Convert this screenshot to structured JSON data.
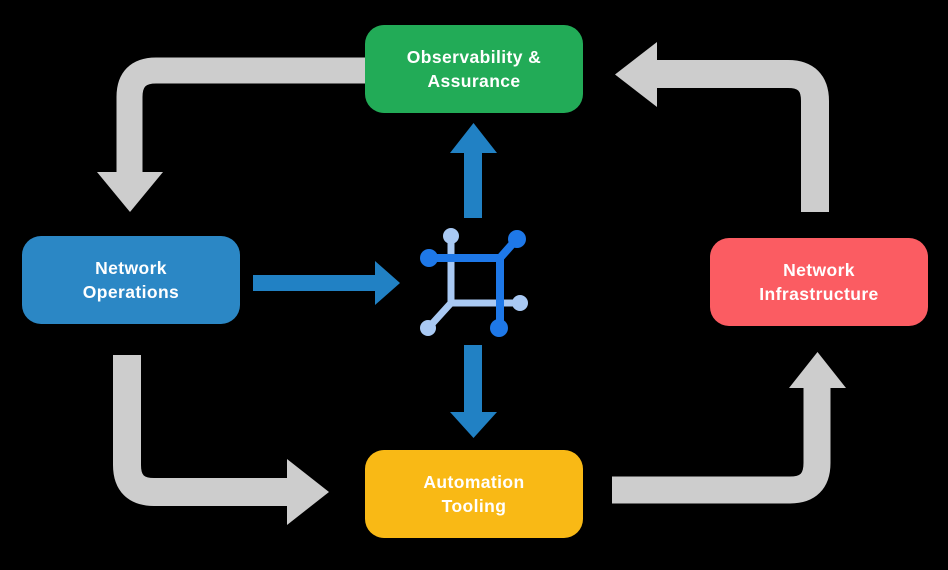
{
  "diagram": {
    "title": "Network lifecycle diagram",
    "background": "#000000",
    "text_color": "#FFFFFF",
    "nodes": [
      {
        "id": "observability-assurance",
        "label": "Observability & Assurance",
        "line1": "Observability &",
        "line2": "Assurance",
        "color": "#22AB57"
      },
      {
        "id": "network-operations",
        "label": "Network Operations",
        "line1": "Network",
        "line2": "Operations",
        "color": "#2B87C5"
      },
      {
        "id": "network-infrastructure",
        "label": "Network Infrastructure",
        "line1": "Network",
        "line2": "Infrastructure",
        "color": "#FB5C62"
      },
      {
        "id": "automation-tooling",
        "label": "Automation Tooling",
        "line1": "Automation",
        "line2": "Tooling",
        "color": "#F9B915"
      }
    ],
    "arrows": {
      "gray_color": "#CDCDCD",
      "blue_color": "#2181C4",
      "outer_cycle": [
        {
          "from": "observability-assurance",
          "to": "network-operations"
        },
        {
          "from": "network-operations",
          "to": "automation-tooling"
        },
        {
          "from": "automation-tooling",
          "to": "network-infrastructure"
        },
        {
          "from": "network-infrastructure",
          "to": "observability-assurance"
        }
      ],
      "center_links": [
        {
          "from": "network-operations",
          "to": "center-icon"
        },
        {
          "from": "center-icon",
          "to": "observability-assurance"
        },
        {
          "from": "center-icon",
          "to": "automation-tooling"
        }
      ]
    },
    "center_icon": {
      "name": "network-node-icon",
      "dark_color": "#1E78E8",
      "light_color": "#A9C9F3"
    }
  }
}
